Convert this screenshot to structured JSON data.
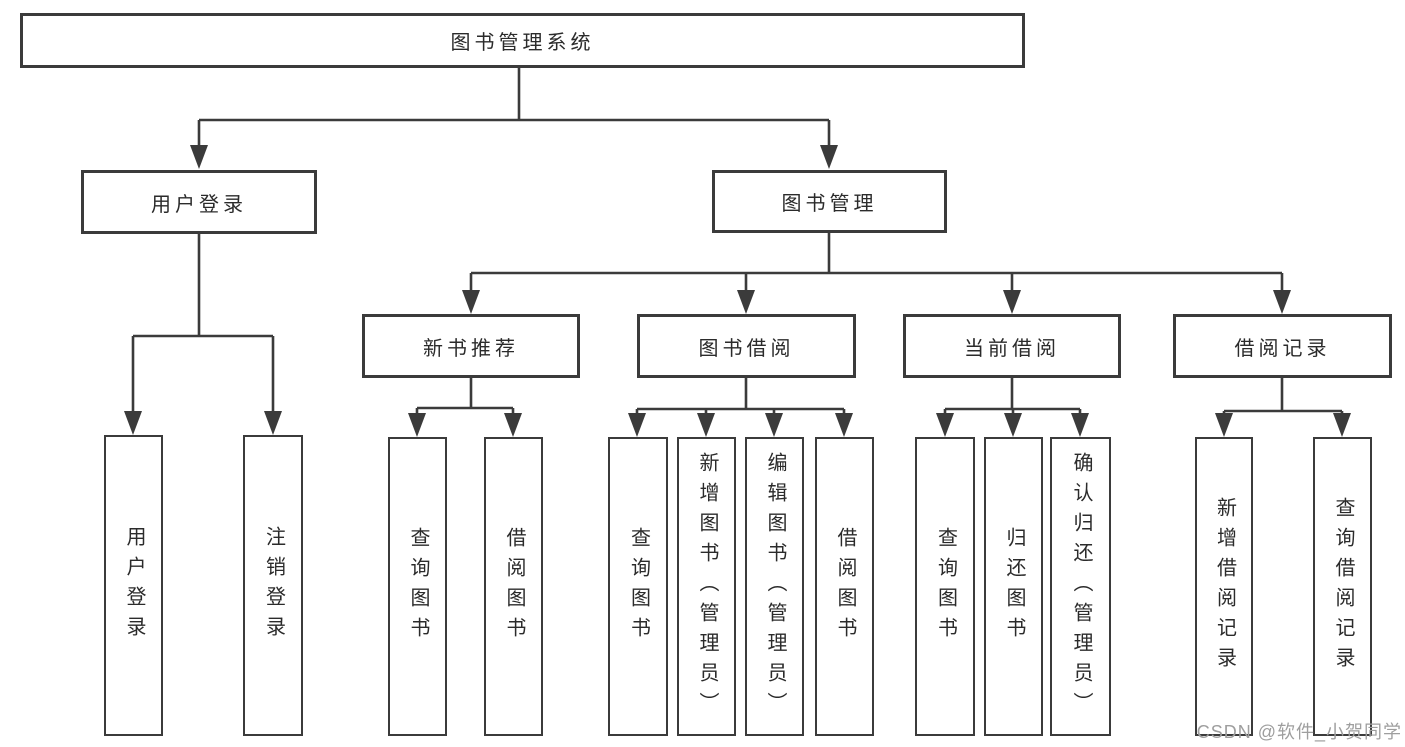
{
  "diagram": {
    "root": {
      "label": "图书管理系统",
      "children": [
        {
          "label": "用户登录",
          "children": [
            {
              "label": "用户登录"
            },
            {
              "label": "注销登录"
            }
          ]
        },
        {
          "label": "图书管理",
          "children": [
            {
              "label": "新书推荐",
              "children": [
                {
                  "label": "查询图书"
                },
                {
                  "label": "借阅图书"
                }
              ]
            },
            {
              "label": "图书借阅",
              "children": [
                {
                  "label": "查询图书"
                },
                {
                  "label": "新增图书（管理员）"
                },
                {
                  "label": "编辑图书（管理员）"
                },
                {
                  "label": "借阅图书"
                }
              ]
            },
            {
              "label": "当前借阅",
              "children": [
                {
                  "label": "查询图书"
                },
                {
                  "label": "归还图书"
                },
                {
                  "label": "确认归还（管理员）"
                }
              ]
            },
            {
              "label": "借阅记录",
              "children": [
                {
                  "label": "新增借阅记录"
                },
                {
                  "label": "查询借阅记录"
                }
              ]
            }
          ]
        }
      ]
    }
  },
  "watermark": {
    "text": "CSDN @软件_小贺同学"
  },
  "colors": {
    "line": "#3b3b3b",
    "box_border": "#3b3b3b",
    "box_fill": "#ffffff",
    "text": "#2b2b2b",
    "watermark": "#9e9e9e",
    "background": "#ffffff"
  }
}
